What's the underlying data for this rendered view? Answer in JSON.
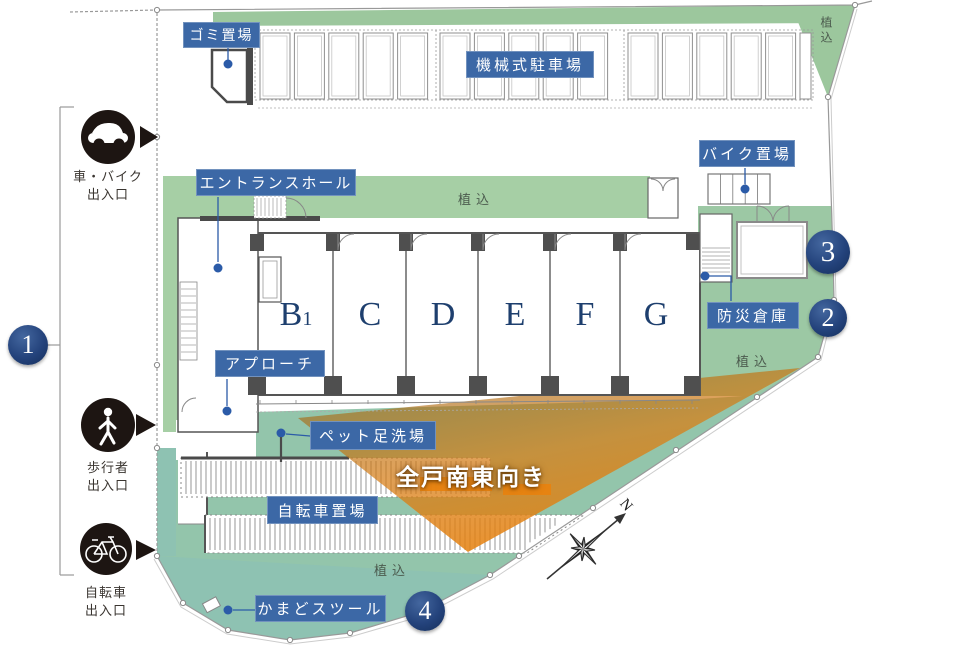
{
  "site": {
    "labels": {
      "garbage": "ゴミ置場",
      "mechanical_parking": "機械式駐車場",
      "bike_parking": "バイク置場",
      "entrance_hall": "エントランスホール",
      "approach": "アプローチ",
      "pet_foot_wash": "ペット足洗場",
      "bicycle_parking": "自転車置場",
      "disaster_warehouse": "防災倉庫",
      "kamado_stool": "かまどスツール"
    },
    "planting_label": "植込",
    "direction_note": "全戸南東向き",
    "units": [
      {
        "label": "B",
        "sub": "1"
      },
      {
        "label": "C"
      },
      {
        "label": "D"
      },
      {
        "label": "E"
      },
      {
        "label": "F"
      },
      {
        "label": "G"
      }
    ],
    "markers": [
      "1",
      "2",
      "3",
      "4"
    ],
    "gates": {
      "car": [
        "車・バイク",
        "出入口"
      ],
      "pedestrian": [
        "歩行者",
        "出入口"
      ],
      "bicycle": [
        "自転車",
        "出入口"
      ]
    },
    "compass": {
      "north_label": "N"
    },
    "colors": {
      "label_bg": "#3c68a6",
      "marker_navy": "#1d3b6d",
      "unit_text": "#1e3f6e",
      "green_strip": "#9cc79d",
      "green_mid": "#a6cfa5",
      "green_right": "#9cc8a4",
      "green_low": "#93c5ab",
      "garden_teal": "#8ec2b2",
      "orange": "#df7a1c",
      "icon_black": "#1d1512",
      "leader_blue": "#2b5ba8"
    }
  }
}
